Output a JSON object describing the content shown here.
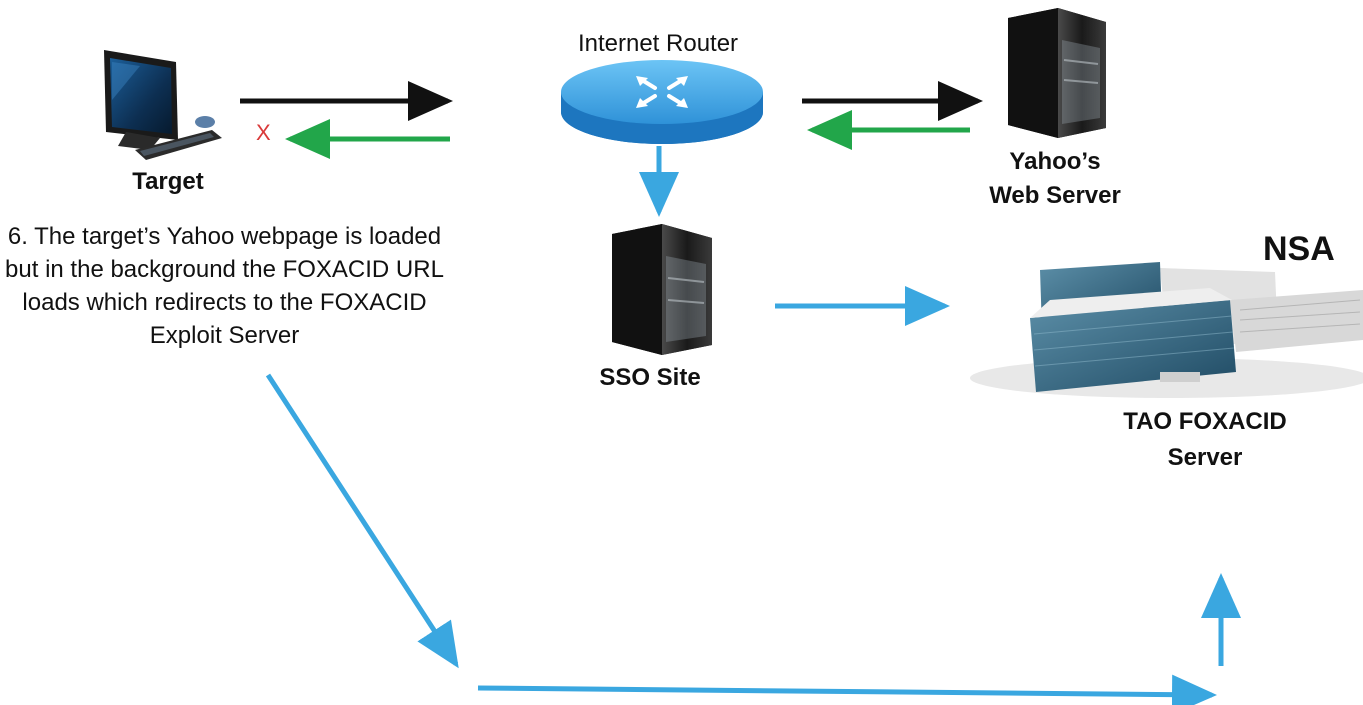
{
  "nodes": {
    "target": {
      "label": "Target",
      "icon": "desktop-computer-icon"
    },
    "router": {
      "label": "Internet Router",
      "icon": "router-icon"
    },
    "yahoo": {
      "label_line1": "Yahoo’s",
      "label_line2": "Web Server",
      "icon": "server-tower-icon"
    },
    "sso": {
      "label": "SSO Site",
      "icon": "server-tower-icon"
    },
    "tao": {
      "label_line1": "TAO FOXACID",
      "label_line2": "Server",
      "icon": "nsa-building-icon",
      "badge": "NSA"
    }
  },
  "step": {
    "text": "6. The target’s Yahoo webpage is loaded but in the background the FOXACID URL loads which redirects to the FOXACID Exploit Server"
  },
  "marks": {
    "blocked": "X"
  },
  "colors": {
    "request_arrow": "#111111",
    "response_arrow": "#22a64a",
    "redirect_arrow": "#3aa7e0",
    "blocked_mark": "#d93a3a",
    "router_fill": "#3aa0e6"
  }
}
